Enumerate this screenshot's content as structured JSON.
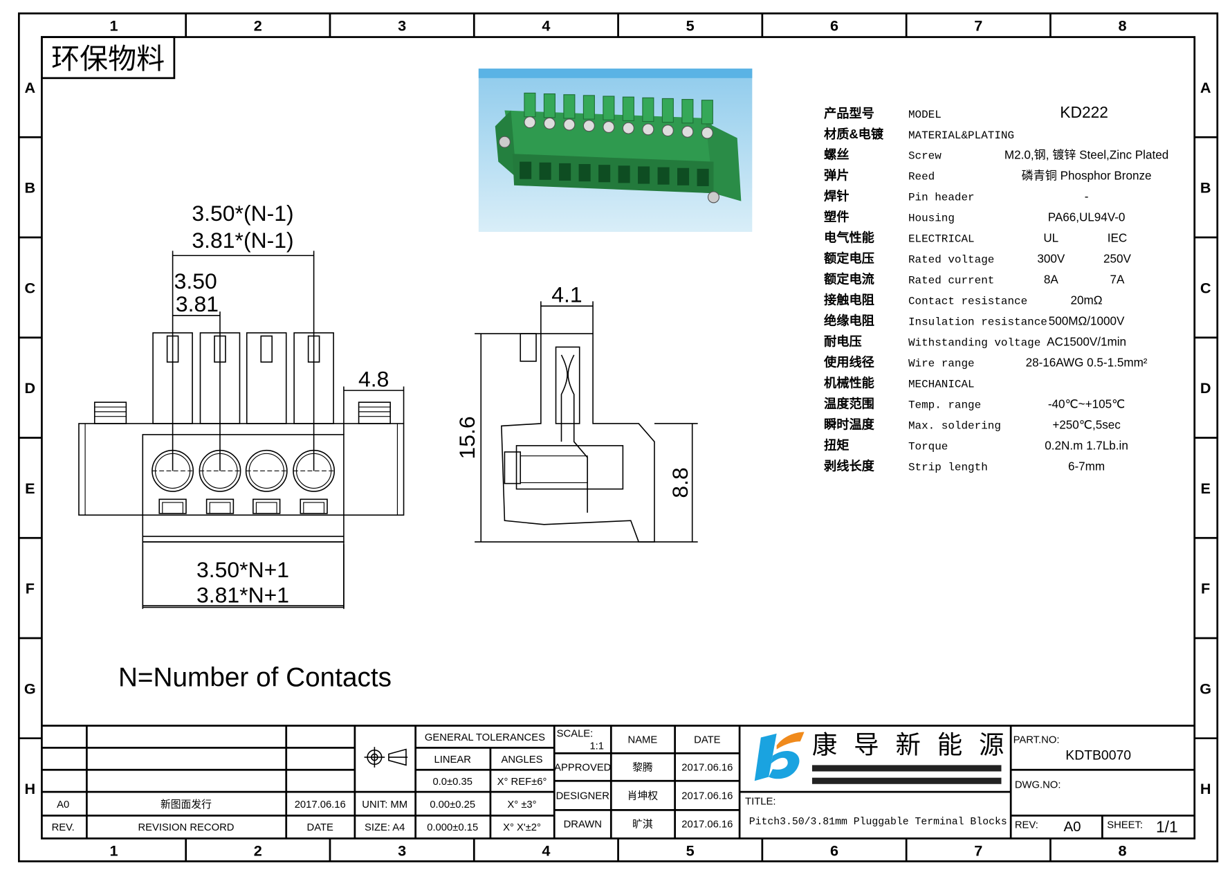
{
  "frame": {
    "columns": [
      "1",
      "2",
      "3",
      "4",
      "5",
      "6",
      "7",
      "8"
    ],
    "rows": [
      "A",
      "B",
      "C",
      "D",
      "E",
      "F",
      "G",
      "H"
    ]
  },
  "eco_label": "环保物料",
  "colors": {
    "housing_green": "#2f9a4f",
    "photo_bg": "#b8dcf0",
    "logo_blue": "#1aa3e0",
    "logo_orange": "#f08a1c"
  },
  "front_view": {
    "dim_pitch_total_a": "3.50*(N-1)",
    "dim_pitch_total_b": "3.81*(N-1)",
    "dim_pitch_a": "3.50",
    "dim_pitch_b": "3.81",
    "dim_flange": "4.8",
    "dim_length_a": "3.50*N+1",
    "dim_length_b": "3.81*N+1"
  },
  "side_view": {
    "dim_width": "4.1",
    "dim_height": "15.6",
    "dim_lower": "8.8"
  },
  "note": "N=Number of Contacts",
  "specs": [
    {
      "cn": "产品型号",
      "en": "MODEL",
      "value": "KD222"
    },
    {
      "cn": "材质&电镀",
      "en": "MATERIAL&PLATING",
      "value": ""
    },
    {
      "cn": "螺丝",
      "en": "Screw",
      "value": "M2.0,钢, 镀锌 Steel,Zinc Plated"
    },
    {
      "cn": "弹片",
      "en": "Reed",
      "value": "磷青铜 Phosphor Bronze"
    },
    {
      "cn": "焊针",
      "en": "Pin header",
      "value": "-"
    },
    {
      "cn": "塑件",
      "en": "Housing",
      "value": "PA66,UL94V-0"
    },
    {
      "cn": "电气性能",
      "en": "ELECTRICAL",
      "ul": "UL",
      "iec": "IEC"
    },
    {
      "cn": "额定电压",
      "en": "Rated voltage",
      "ul": "300V",
      "iec": "250V"
    },
    {
      "cn": "额定电流",
      "en": "Rated current",
      "ul": "8A",
      "iec": "7A"
    },
    {
      "cn": "接触电阻",
      "en": "Contact resistance",
      "value": "20mΩ"
    },
    {
      "cn": "绝缘电阻",
      "en": "Insulation resistance",
      "value": "500MΩ/1000V"
    },
    {
      "cn": "耐电压",
      "en": "Withstanding voltage",
      "value": "AC1500V/1min"
    },
    {
      "cn": "使用线径",
      "en": "Wire range",
      "value": "28-16AWG 0.5-1.5mm²"
    },
    {
      "cn": "机械性能",
      "en": "MECHANICAL",
      "value": ""
    },
    {
      "cn": "温度范围",
      "en": "Temp. range",
      "value": "-40℃~+105℃"
    },
    {
      "cn": "瞬时温度",
      "en": "Max. soldering",
      "value": "+250℃,5sec"
    },
    {
      "cn": "扭矩",
      "en": "Torque",
      "value": "0.2N.m 1.7Lb.in"
    },
    {
      "cn": "剥线长度",
      "en": "Strip length",
      "value": "6-7mm"
    }
  ],
  "title_block": {
    "revision": {
      "rev": "A0",
      "record": "新图面发行",
      "date": "2017.06.16",
      "rev_header": "REV.",
      "record_header": "REVISION RECORD",
      "date_header": "DATE"
    },
    "unit": "UNIT: MM",
    "size": "SIZE: A4",
    "tolerances": {
      "header": "GENERAL TOLERANCES",
      "linear": "LINEAR",
      "angles": "ANGLES",
      "linear_values": [
        "0.0±0.35",
        "0.00±0.25",
        "0.000±0.15"
      ],
      "angle_values": [
        "X° REF±6°",
        "X° ±3°",
        "X° X'±2°"
      ]
    },
    "scale_label": "SCALE:",
    "scale_value": "1:1",
    "name_header": "NAME",
    "date_header": "DATE",
    "approvals": [
      {
        "role": "APPROVED",
        "name": "黎腾",
        "date": "2017.06.16"
      },
      {
        "role": "DESIGNER",
        "name": "肖坤权",
        "date": "2017.06.16"
      },
      {
        "role": "DRAWN",
        "name": "旷淇",
        "date": "2017.06.16"
      }
    ],
    "company": "康 导 新 能 源",
    "title_label": "TITLE:",
    "title": "Pitch3.50/3.81mm Pluggable Terminal Blocks",
    "part_no_label": "PART.NO:",
    "part_no": "KDTB0070",
    "dwg_no_label": "DWG.NO:",
    "rev_label": "REV:",
    "rev_value": "A0",
    "sheet_label": "SHEET:",
    "sheet_value": "1/1"
  }
}
